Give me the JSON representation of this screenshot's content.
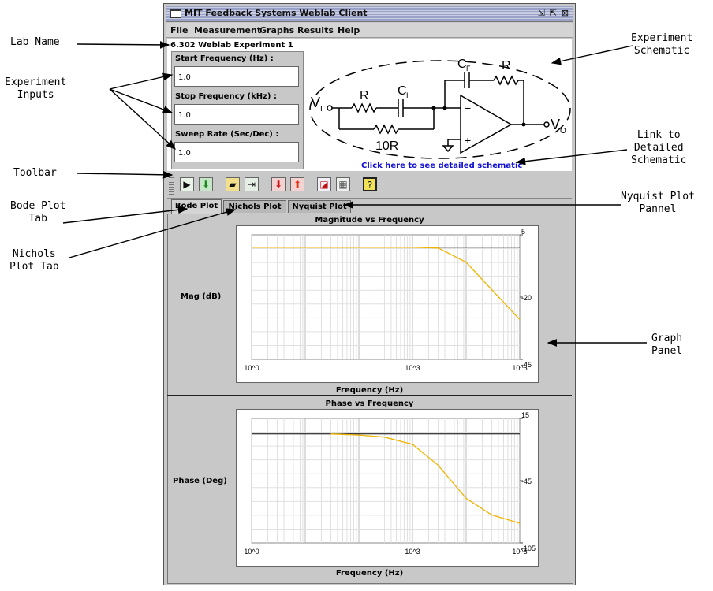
{
  "annotations": {
    "lab_name": "Lab Name",
    "experiment_inputs": [
      "Experiment",
      "Inputs"
    ],
    "toolbar": "Toolbar",
    "bode_tab": [
      "Bode Plot",
      "Tab"
    ],
    "nichols_tab": [
      "Nichols",
      "Plot Tab"
    ],
    "experiment_schematic": [
      "Experiment",
      "Schematic"
    ],
    "link_schematic": [
      "Link to",
      "Detailed",
      "Schematic"
    ],
    "nyquist_panel": [
      "Nyquist Plot",
      "Pannel"
    ],
    "graph_panel": [
      "Graph",
      "Panel"
    ]
  },
  "window": {
    "title": "MIT Feedback Systems Weblab Client",
    "btn_minimize": "⇲",
    "btn_maximize": "⇱",
    "btn_close": "⊠"
  },
  "menu": [
    "File",
    "Measurement",
    "Graphs",
    "Results",
    "Help"
  ],
  "lab": {
    "name": "6.302 Weblab Experiment 1",
    "inputs": [
      {
        "label": "Start Frequency (Hz) :",
        "value": "1.0"
      },
      {
        "label": "Stop Frequency (kHz) :",
        "value": "1.0"
      },
      {
        "label": "Sweep Rate (Sec/Dec) :",
        "value": "1.0"
      }
    ],
    "schematic_link": "Click here to see detailed schematic"
  },
  "schematic": {
    "vi": "V",
    "vi_sub": "I",
    "vo": "V",
    "vo_sub": "O",
    "r": "R",
    "ci": "C",
    "ci_sub": "I",
    "cf": "C",
    "cf_sub": "F",
    "rf": "R",
    "r10": "10R",
    "minus": "−",
    "plus": "+"
  },
  "toolbar_icons": [
    "run-icon",
    "download-icon",
    "open-folder-icon",
    "exit-icon",
    "import-icon",
    "export-icon",
    "graph-icon",
    "grid-icon",
    "help-icon"
  ],
  "tabs": [
    "Bode Plot",
    "Nichols Plot",
    "Nyquist Plot"
  ],
  "active_tab": "Bode Plot",
  "colors": {
    "trace": "#f0b400",
    "link": "#1010d0",
    "window_bg": "#c8c8c8"
  },
  "chart_data": [
    {
      "type": "line",
      "title": "Magnitude vs Frequency",
      "ylabel": "Mag (dB)",
      "xlabel": "Frequency (Hz)",
      "xscale": "log",
      "xlim": [
        1,
        100000
      ],
      "ylim": [
        -45,
        5
      ],
      "x_ticks": [
        "10^0",
        "10^3",
        "10^5"
      ],
      "y_ticks": [
        "5",
        "-20",
        "-45"
      ],
      "grid": true,
      "series": [
        {
          "x": [
            1,
            30,
            100,
            300,
            1000,
            3000,
            10000,
            30000,
            100000
          ],
          "y": [
            0,
            0,
            0,
            0,
            0,
            -0.3,
            -6,
            -17,
            -29
          ]
        }
      ]
    },
    {
      "type": "line",
      "title": "Phase vs Frequency",
      "ylabel": "Phase (Deg)",
      "xlabel": "Frequency (Hz)",
      "xscale": "log",
      "xlim": [
        1,
        100000
      ],
      "ylim": [
        -105,
        15
      ],
      "x_ticks": [
        "10^0",
        "10^3",
        "10^5"
      ],
      "y_ticks": [
        "15",
        "-45",
        "-105"
      ],
      "grid": true,
      "series": [
        {
          "x": [
            30,
            100,
            300,
            1000,
            3000,
            10000,
            30000,
            100000
          ],
          "y": [
            0,
            -1,
            -3,
            -10,
            -30,
            -62,
            -78,
            -86
          ]
        }
      ]
    }
  ]
}
